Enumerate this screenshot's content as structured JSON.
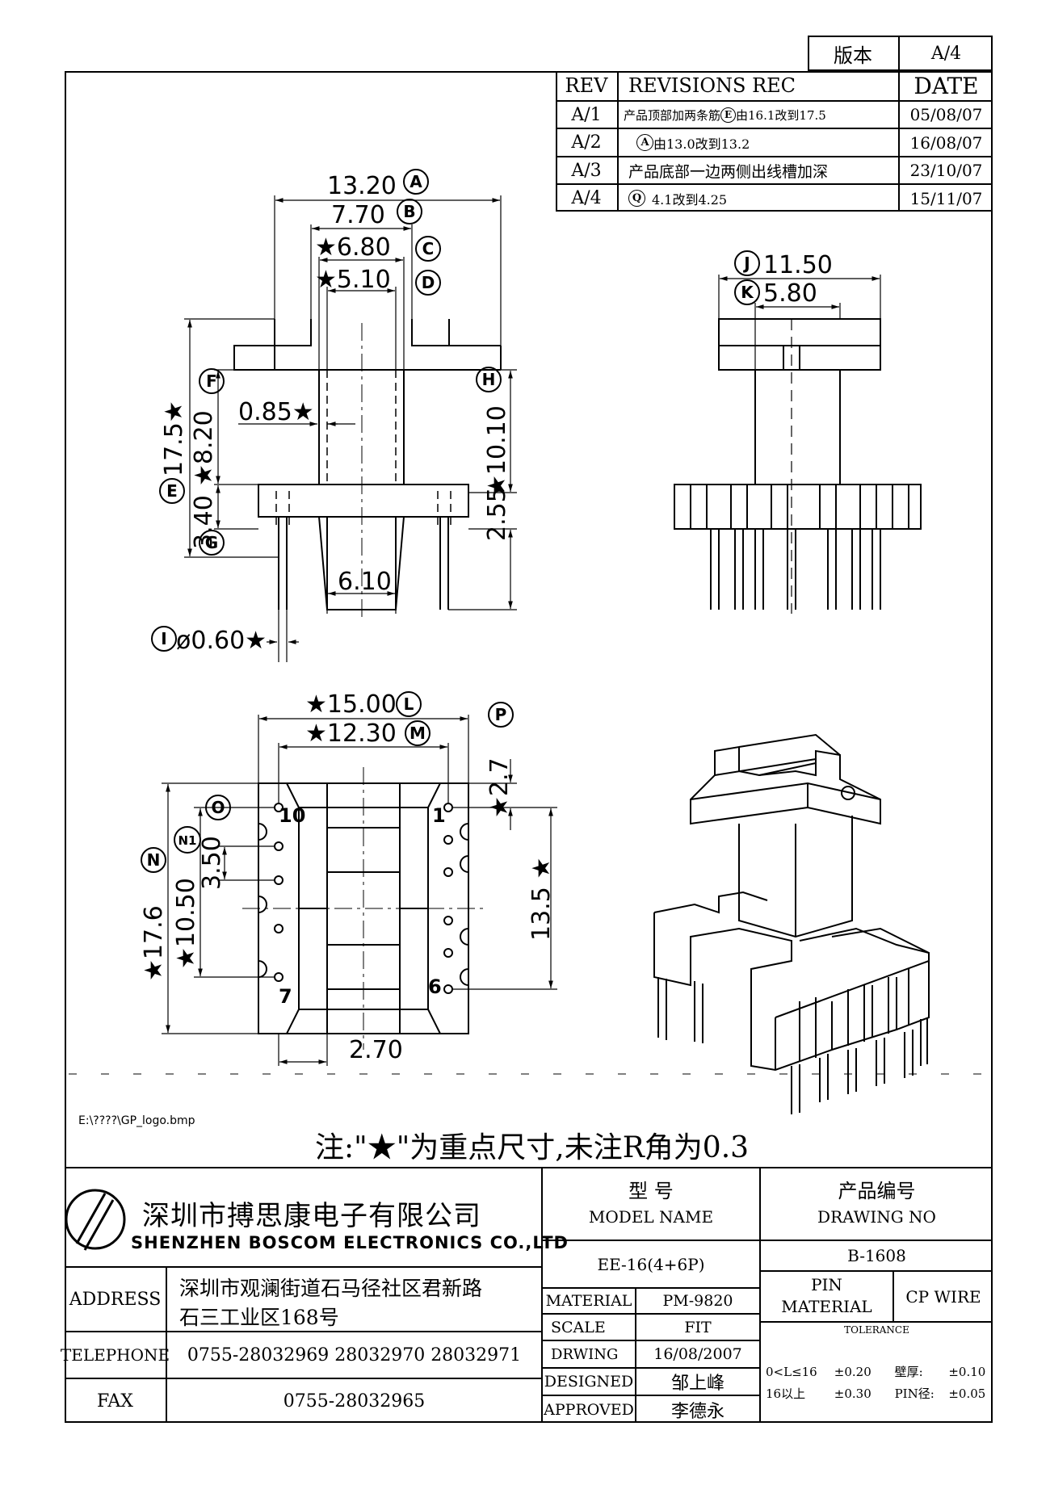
{
  "version_box": {
    "label": "版本",
    "value": "A/4"
  },
  "revisions": {
    "headers": [
      "REV",
      "REVISIONS REC",
      "DATE"
    ],
    "rows": [
      {
        "rev": "A/1",
        "prefix": "产品顶部加两条筋",
        "mark": "E",
        "suffix": "由16.1改到17.5",
        "date": "05/08/07"
      },
      {
        "rev": "A/2",
        "prefix": "",
        "mark": "A",
        "suffix": "由13.0改到13.2",
        "date": "16/08/07"
      },
      {
        "rev": "A/3",
        "prefix": "产品底部一边两侧出线槽加深",
        "mark": "",
        "suffix": "",
        "date": "23/10/07"
      },
      {
        "rev": "A/4",
        "prefix": "",
        "mark": "Q",
        "suffix": "4.1改到4.25",
        "date": "15/11/07"
      }
    ]
  },
  "dims": {
    "d_13_20": "13.20",
    "m_a": "A",
    "d_7_70": "7.70",
    "m_b": "B",
    "d_6_80": "★6.80",
    "m_c": "C",
    "d_5_10": "★5.10",
    "m_d": "D",
    "d_17_5": "17.5★",
    "m_e": "E",
    "d_8_20": "★8.20",
    "m_f": "F",
    "d_3_40": "3.40",
    "m_g": "G",
    "d_10_10": "★10.10",
    "m_h": "H",
    "d_0_85": "0.85★",
    "d_6_10": "6.10",
    "d_2_55": "2.55",
    "d_0_60": "ø0.60★",
    "m_i": "I",
    "d_11_50": "11.50",
    "m_j": "J",
    "d_5_80": "5.80",
    "m_k": "K",
    "d_15_00": "★15.00",
    "m_l": "L",
    "d_12_30": "★12.30",
    "m_m": "M",
    "d_2_7": "★2.7",
    "m_p": "P",
    "d_3_50": "3.50",
    "m_o": "O",
    "d_17_6": "★17.6",
    "m_n": "N",
    "d_10_50": "★10.50",
    "m_n1": "N1",
    "d_13_5": "13.5 ★",
    "d_2_70": "2.70",
    "pin_10": "10",
    "pin_1": "1",
    "pin_7": "7",
    "pin_6": "6"
  },
  "logo_path": "E:\\????\\GP_logo.bmp",
  "note": "注:\"★\"为重点尺寸,未注R角为0.3",
  "company": {
    "name_cn": "深圳市搏思康电子有限公司",
    "name_en": "SHENZHEN BOSCOM ELECTRONICS CO.,LTD",
    "address_label": "ADDRESS",
    "address_1": "深圳市观澜街道石马径社区君新路",
    "address_2": "石三工业区168号",
    "telephone_label": "TELEPHONE",
    "telephone": "0755-28032969 28032970 28032971",
    "fax_label": "FAX",
    "fax": "0755-28032965"
  },
  "title_block": {
    "model_cn": "型    号",
    "model_en": "MODEL NAME",
    "model_value": "EE-16(4+6P)",
    "drawing_cn": "产品编号",
    "drawing_en": "DRAWING NO",
    "drawing_value": "B-1608",
    "material_label": "MATERIAL",
    "material_value": "PM-9820",
    "scale_label": "SCALE",
    "scale_value": "FIT",
    "drwing_label": "DRWING",
    "drwing_value": "16/08/2007",
    "designed_label": "DESIGNED",
    "designed_value": "邹上峰",
    "approved_label": "APPROVED",
    "approved_value": "李德永",
    "pin_material_label_1": "PIN",
    "pin_material_label_2": "MATERIAL",
    "pin_material_value": "CP WIRE",
    "tolerance_label": "TOLERANCE",
    "tol_1a": "0<L≤16",
    "tol_1b": "±0.20",
    "tol_1c": "壁厚:",
    "tol_1d": "±0.10",
    "tol_2a": "16以上",
    "tol_2b": "±0.30",
    "tol_2c": "PIN径:",
    "tol_2d": "±0.05"
  }
}
